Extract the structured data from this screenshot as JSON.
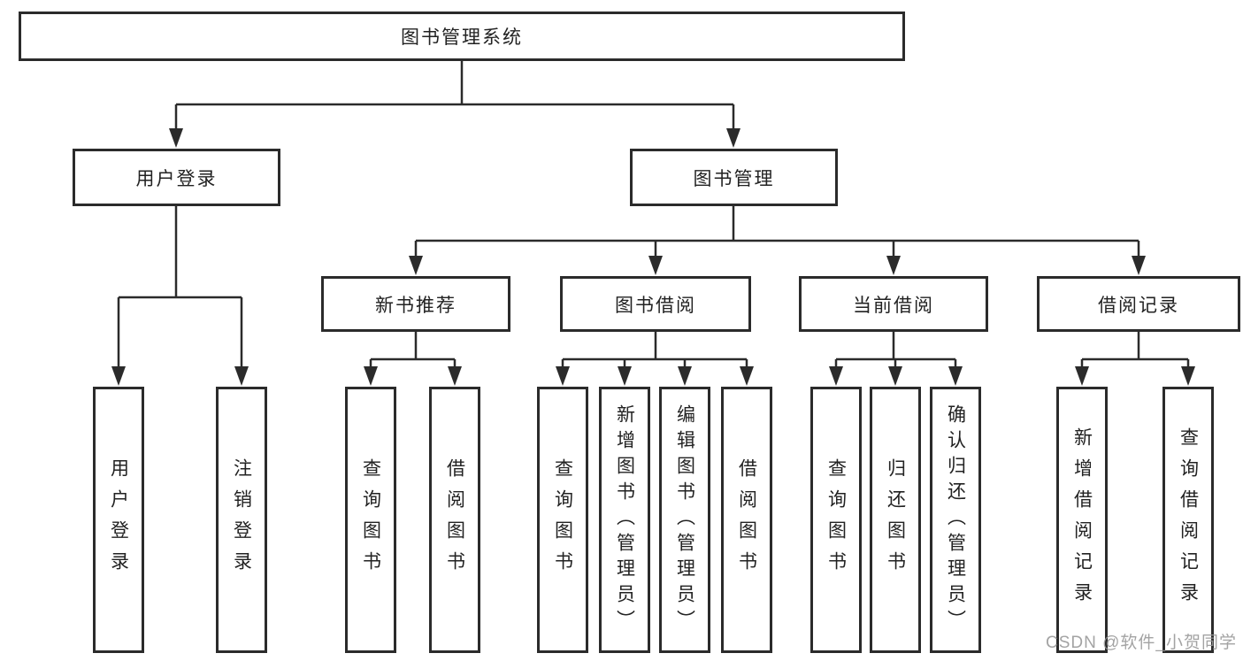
{
  "diagram": {
    "title": "图书管理系统",
    "watermark": "CSDN @软件_小贺同学",
    "colors": {
      "line": "#2b2b2b",
      "box_border": "#2b2b2b",
      "text": "#222222",
      "background": "#ffffff",
      "watermark": "#969696"
    },
    "tree": {
      "root": "图书管理系统",
      "groups": [
        {
          "label": "用户登录",
          "children": [
            "用户登录",
            "注销登录"
          ]
        },
        {
          "label": "图书管理",
          "subgroups": [
            {
              "label": "新书推荐",
              "children": [
                "查询图书",
                "借阅图书"
              ]
            },
            {
              "label": "图书借阅",
              "children": [
                "查询图书",
                "新增图书（管理员）",
                "编辑图书（管理员）",
                "借阅图书"
              ]
            },
            {
              "label": "当前借阅",
              "children": [
                "查询图书",
                "归还图书",
                "确认归还（管理员）"
              ]
            },
            {
              "label": "借阅记录",
              "children": [
                "新增借阅记录",
                "查询借阅记录"
              ]
            }
          ]
        }
      ]
    }
  }
}
